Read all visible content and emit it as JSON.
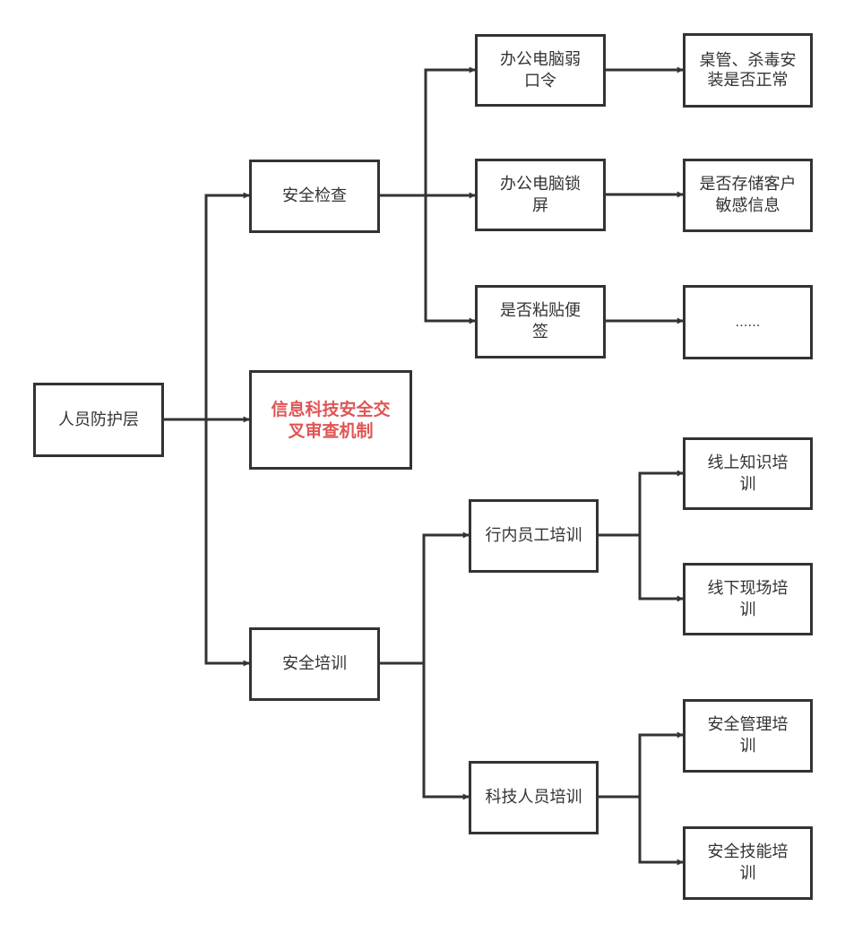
{
  "colors": {
    "stroke": "#333333",
    "text": "#333333",
    "highlight": "#e05555",
    "background": "#ffffff"
  },
  "nodes": {
    "root": "人员防护层",
    "check": "安全检查",
    "review": "信息科技安全交叉审查机制",
    "training": "安全培训",
    "pc_password": "办公电脑弱口令",
    "pc_lock": "办公电脑锁屏",
    "sticky_note": "是否粘贴便签",
    "software_check": "桌管、杀毒安装是否正常",
    "customer_info": "是否存储客户敏感信息",
    "ellipsis": "……",
    "staff_training": "行内员工培训",
    "tech_training": "科技人员培训",
    "online_training": "线上知识培训",
    "offline_training": "线下现场培训",
    "mgmt_training": "安全管理培训",
    "skill_training": "安全技能培训"
  }
}
